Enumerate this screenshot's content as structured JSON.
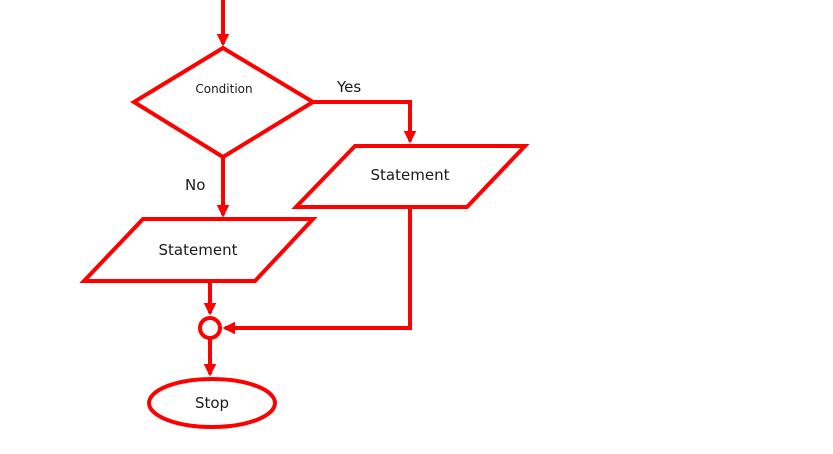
{
  "diagram": {
    "stroke_color": "#ff0000",
    "background_color": "#ffffff",
    "nodes": {
      "condition": {
        "label": "Condition",
        "shape": "decision"
      },
      "statement_yes": {
        "label": "Statement",
        "shape": "parallelogram"
      },
      "statement_no": {
        "label": "Statement",
        "shape": "parallelogram"
      },
      "merge": {
        "label": "",
        "shape": "connector-circle"
      },
      "stop": {
        "label": "Stop",
        "shape": "terminator"
      }
    },
    "edges": {
      "yes": {
        "label": "Yes"
      },
      "no": {
        "label": "No"
      }
    }
  }
}
